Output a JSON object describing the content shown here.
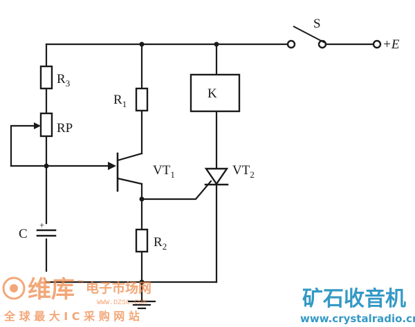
{
  "labels": {
    "switch": "S",
    "supply": "+E",
    "r3": "R",
    "r3_sub": "3",
    "rp": "RP",
    "r1": "R",
    "r1_sub": "1",
    "relay": "K",
    "vt1": "VT",
    "vt1_sub": "1",
    "vt2": "VT",
    "vt2_sub": "2",
    "capacitor": "C",
    "cap_plus": "+",
    "r2": "R",
    "r2_sub": "2"
  },
  "watermark_left": {
    "brand": "维库",
    "tm": "TM",
    "site_cn": "电子市场网",
    "url": "WWW.DZSC.COM",
    "slogan": "全 球 最 大 I C 采 购 网 站"
  },
  "watermark_right": {
    "brand": "矿石收音机",
    "url": "www.crystalradio.cn"
  },
  "colors": {
    "line": "#1a1a1a",
    "watermark_orange": "#f08a4b",
    "watermark_teal": "#1f8fbf"
  }
}
